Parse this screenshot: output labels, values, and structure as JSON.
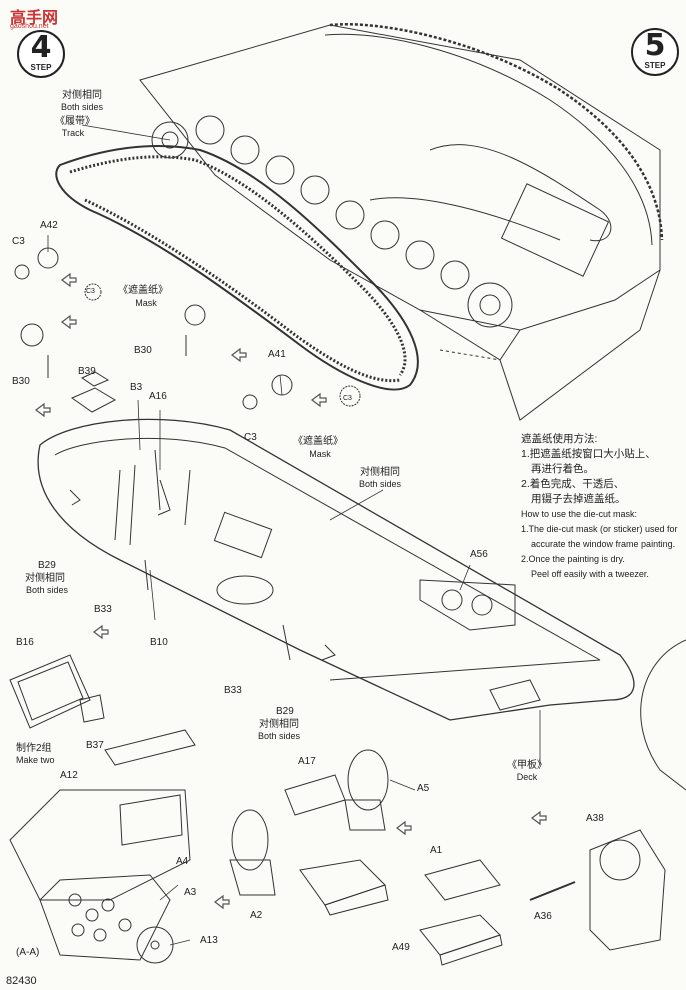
{
  "watermark": {
    "text": "高手网",
    "sub": "gaoshou.net"
  },
  "step_prev": {
    "number": "4",
    "word": "STEP"
  },
  "step_current": {
    "number": "5",
    "word": "STEP"
  },
  "part_labels": {
    "track_both_sides_cn": "对侧相同",
    "track_both_sides_en": "Both sides",
    "track_cn": "《履带》",
    "track_en": "Track",
    "a42": "A42",
    "c3_top": "C3",
    "c3_mask_part": "C3",
    "mask1_cn": "《遮盖纸》",
    "mask1_en": "Mask",
    "b30_mid": "B30",
    "b30_left": "B30",
    "b39": "B39",
    "b3": "B3",
    "a16": "A16",
    "a41": "A41",
    "c3_right": "C3",
    "c3_mask2_part": "C3",
    "mask2_cn": "《遮盖纸》",
    "mask2_en": "Mask",
    "both_sides_mid_cn": "对侧相同",
    "both_sides_mid_en": "Both sides",
    "b29_left": "B29",
    "both_sides_left_cn": "对侧相同",
    "both_sides_left_en": "Both sides",
    "b33_left": "B33",
    "b10": "B10",
    "a56": "A56",
    "b16": "B16",
    "b37": "B37",
    "make_two_cn": "制作2组",
    "make_two_en": "Make two",
    "b33_mid": "B33",
    "b29_mid": "B29",
    "both_sides_b29_cn": "对侧相同",
    "both_sides_b29_en": "Both sides",
    "deck_cn": "《甲板》",
    "deck_en": "Deck",
    "a12": "A12",
    "a4": "A4",
    "a3": "A3",
    "a13": "A13",
    "a_a": "(A-A)",
    "a17": "A17",
    "a5": "A5",
    "a2": "A2",
    "a1": "A1",
    "a49": "A49",
    "a38": "A38",
    "a36": "A36"
  },
  "instructions": {
    "title_cn": "遮盖纸使用方法:",
    "line1_cn": "1.把遮盖纸按窗口大小贴上、",
    "line1b_cn": "再进行着色。",
    "line2_cn": "2.着色完成、干透后、",
    "line2b_cn": "用镊子去掉遮盖纸。",
    "title_en": "How to use the die-cut mask:",
    "line1_en": "1.The die-cut mask (or sticker) used for",
    "line1b_en": "accurate the window frame painting.",
    "line2_en": "2.Once the painting is dry.",
    "line2b_en": "Peel off easily with a tweezer."
  },
  "page_number": "82430"
}
